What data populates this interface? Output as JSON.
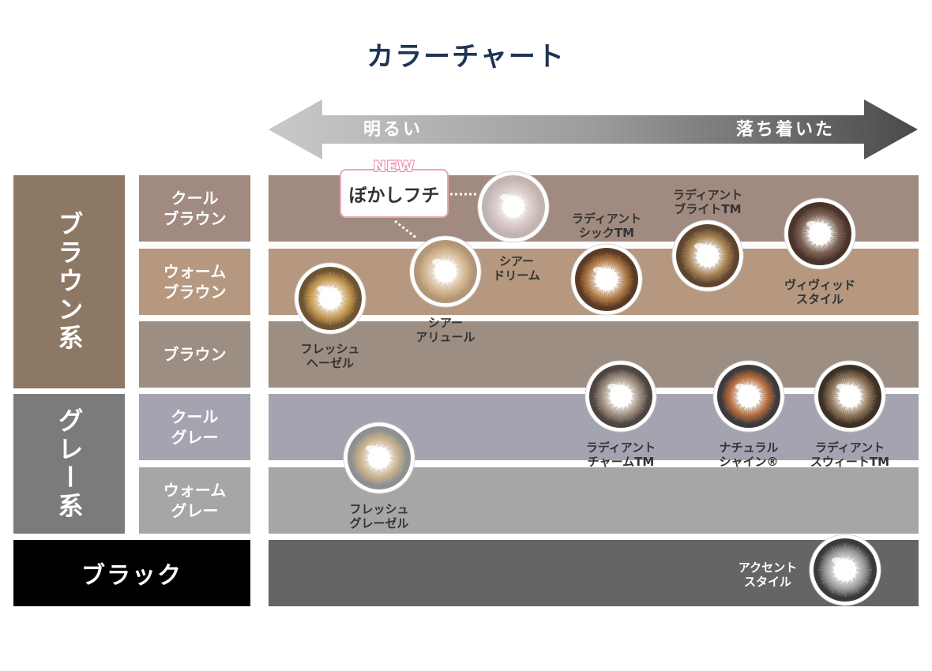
{
  "title": "カラーチャート",
  "axis": {
    "left": "明るい",
    "right": "落ち着いた"
  },
  "categories": {
    "brown": "ブラウン系",
    "grey": "グレー系",
    "black": "ブラック"
  },
  "subcategories": [
    {
      "label": "クール\nブラウン",
      "color": "#a18a7f"
    },
    {
      "label": "ウォーム\nブラウン",
      "color": "#b5987f"
    },
    {
      "label": "ブラウン",
      "color": "#9c8e83"
    },
    {
      "label": "クール\nグレー",
      "color": "#a4a4b1"
    },
    {
      "label": "ウォーム\nグレー",
      "color": "#a8a5a5"
    }
  ],
  "bands": [
    "#a18a7f",
    "#b5987f",
    "#9c8e83",
    "#a4a4b1",
    "#a8a5a5",
    "#666565"
  ],
  "new_badge": {
    "tag": "NEW",
    "text": "ぼかしフチ"
  },
  "lenses": [
    {
      "name": "フレッシュ\nヘーゼル",
      "iris": "#c49a52",
      "rim": "#6e5333"
    },
    {
      "name": "シアー\nアリュール",
      "iris": "#d6b994",
      "rim": "#b29677"
    },
    {
      "name": "シアー\nドリーム",
      "iris": "#d6c8c6",
      "rim": "#c2b4b0"
    },
    {
      "name": "ラディアント\nシックTM",
      "iris": "#b07a46",
      "rim": "#5b3a25"
    },
    {
      "name": "ラディアント\nブライトTM",
      "iris": "#a58152",
      "rim": "#5f4530"
    },
    {
      "name": "ヴィヴィッド\nスタイル",
      "iris": "#7c6055",
      "rim": "#4a332b"
    },
    {
      "name": "フレッシュ\nグレーゼル",
      "iris": "#c7b08c",
      "rim": "#8d8f91"
    },
    {
      "name": "ラディアント\nチャームTM",
      "iris": "#9b8c7c",
      "rim": "#4d4540"
    },
    {
      "name": "ナチュラル\nシャイン®",
      "iris": "#b06a3c",
      "rim": "#3c3a3c"
    },
    {
      "name": "ラディアント\nスウィートTM",
      "iris": "#8d7458",
      "rim": "#3d3126"
    },
    {
      "name": "アクセント\nスタイル",
      "iris": "#9a9a9a",
      "rim": "#3a3a3a"
    }
  ]
}
